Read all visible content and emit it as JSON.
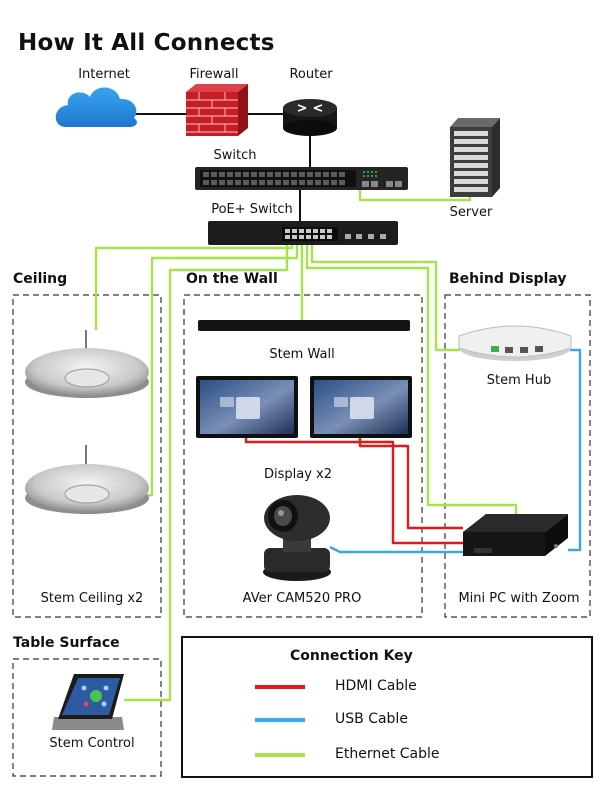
{
  "title": "How It All Connects",
  "nodes": {
    "internet": "Internet",
    "firewall": "Firewall",
    "router": "Router",
    "switch": "Switch",
    "poe_switch": "PoE+ Switch",
    "server": "Server",
    "stem_wall": "Stem Wall",
    "display": "Display x2",
    "camera": "AVer CAM520 PRO",
    "stem_hub": "Stem Hub",
    "mini_pc": "Mini PC with Zoom",
    "stem_ceiling": "Stem Ceiling x2",
    "stem_control": "Stem Control"
  },
  "sections": {
    "ceiling": "Ceiling",
    "wall": "On the Wall",
    "behind_display": "Behind Display",
    "table": "Table Surface"
  },
  "key": {
    "title": "Connection Key",
    "hdmi": "HDMI Cable",
    "usb": "USB Cable",
    "ethernet": "Ethernet Cable"
  },
  "colors": {
    "hdmi": "#e0191d",
    "usb": "#36a9e8",
    "ethernet": "#a5e34b"
  }
}
